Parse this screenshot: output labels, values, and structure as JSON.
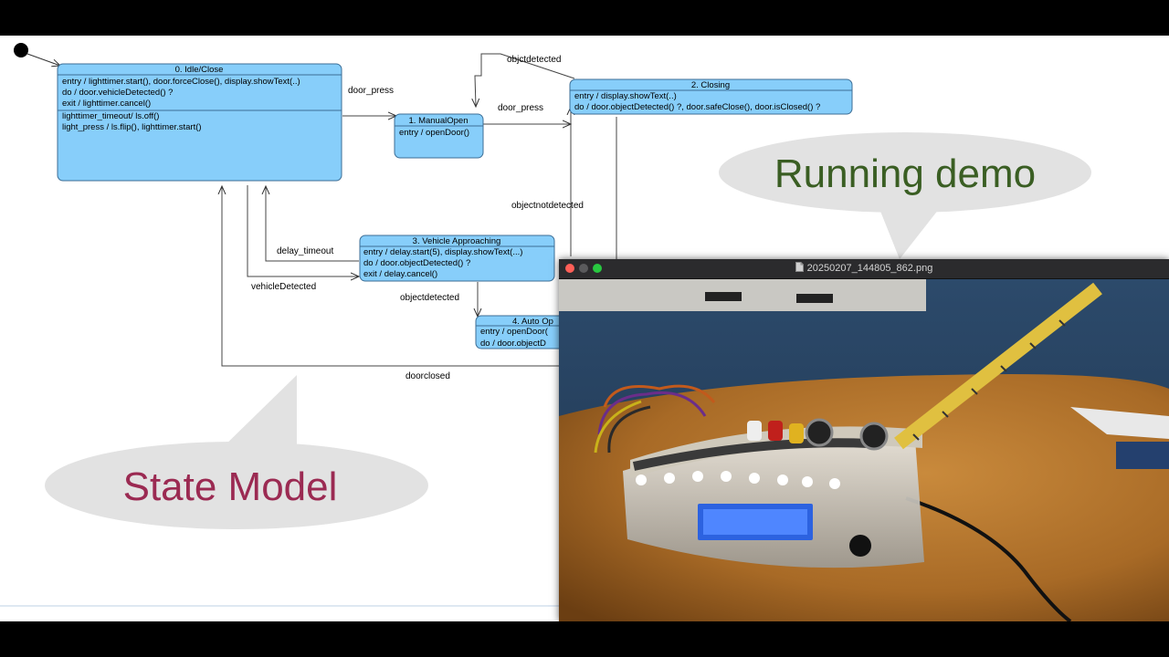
{
  "diagram": {
    "states": {
      "idle": {
        "title": "0. Idle/Close",
        "entry": "entry / lighttimer.start(), door.forceClose(), display.showText(..)",
        "do": "do / door.vehicleDetected() ?",
        "exit": "exit / lighttimer.cancel()",
        "t1": "lighttimer_timeout/ ls.off()",
        "t2": "light_press / ls.flip(), lighttimer.start()"
      },
      "manual": {
        "title": "1. ManualOpen",
        "entry": "entry / openDoor()"
      },
      "closing": {
        "title": "2. Closing",
        "entry": "entry / display.showText(..)",
        "do": "do / door.objectDetected() ?, door.safeClose(), door.isClosed() ?"
      },
      "vehicle": {
        "title": "3. Vehicle Approaching",
        "entry": "entry / delay.start(5), display.showText(...)",
        "do": "do / door.objectDetected() ?",
        "exit": "exit / delay.cancel()"
      },
      "auto": {
        "title": "4. Auto Op",
        "entry": "entry / openDoor(",
        "do": "do / door.objectD"
      }
    },
    "transitions": {
      "door_press_1": "door_press",
      "door_press_2": "door_press",
      "objctdetected": "objctdetected",
      "objectnotdetected": "objectnotdetected",
      "delay_timeout": "delay_timeout",
      "vehicleDetected": "vehicleDetected",
      "objectdetected": "objectdetected",
      "doorclosed": "doorclosed"
    }
  },
  "bubbles": {
    "state_model": "State Model",
    "running_demo": "Running demo"
  },
  "viewer": {
    "filename": "20250207_144805_862.png",
    "file_icon": "document-icon"
  },
  "colors": {
    "state_fill": "#87cefa",
    "state_border": "#3c6e96",
    "bubble_fill": "#e2e2e2",
    "state_model_text": "#9b2a52",
    "running_demo_text": "#3a5e23"
  }
}
